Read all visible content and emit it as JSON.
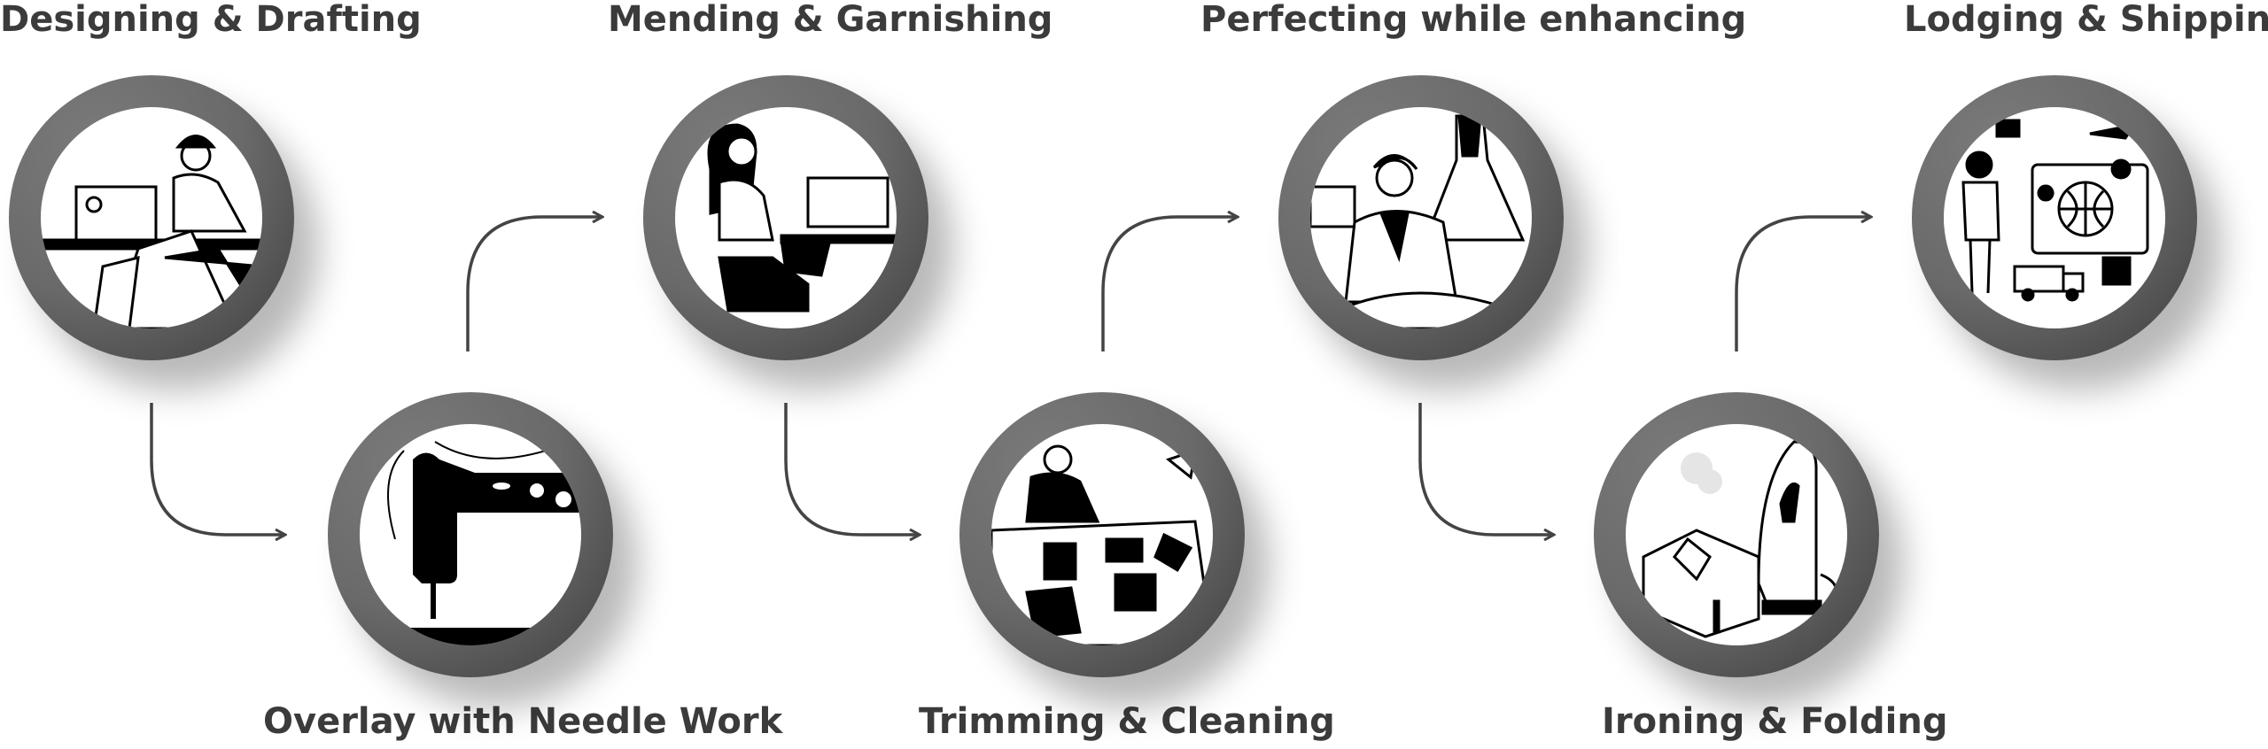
{
  "steps": [
    {
      "label": "Designing & Drafting",
      "icon": "sewing-designer-illustration"
    },
    {
      "label": "Overlay with Needle Work",
      "icon": "sewing-machine-needle-illustration"
    },
    {
      "label": "Mending & Garnishing",
      "icon": "woman-at-sewing-machine-illustration"
    },
    {
      "label": "Trimming & Cleaning",
      "icon": "fabric-cutting-illustration"
    },
    {
      "label": "Perfecting while enhancing",
      "icon": "tailor-dress-form-illustration"
    },
    {
      "label": "Ironing & Folding",
      "icon": "iron-folded-shirt-illustration"
    },
    {
      "label": "Lodging & Shipping",
      "icon": "global-shipping-illustration"
    }
  ],
  "colors": {
    "text": "#3b3b3b",
    "ring": "#6a6a6a",
    "arrow": "#444444"
  }
}
